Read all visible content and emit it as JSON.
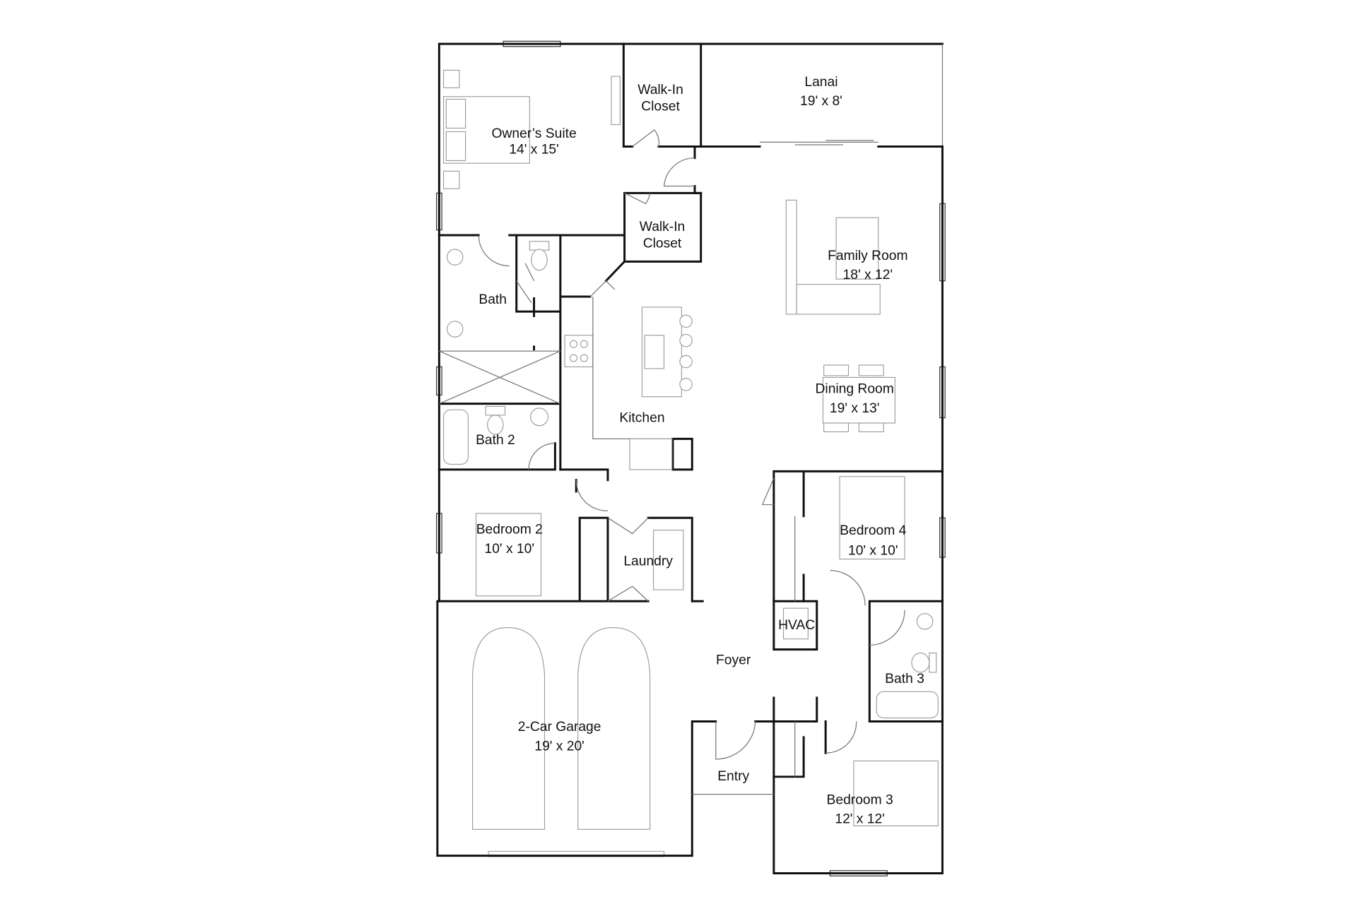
{
  "plan": {
    "rooms": [
      {
        "name": "Owner’s Suite",
        "size": "14' x 15'"
      },
      {
        "name": "Walk-In",
        "name2": "Closet"
      },
      {
        "name": "Lanai",
        "size": "19' x 8'"
      },
      {
        "name": "Walk-In",
        "name2": "Closet"
      },
      {
        "name": "Family Room",
        "size": "18' x 12'"
      },
      {
        "name": "Bath"
      },
      {
        "name": "Kitchen"
      },
      {
        "name": "Dining Room",
        "size": "19' x 13'"
      },
      {
        "name": "Bath 2"
      },
      {
        "name": "Bedroom 2",
        "size": "10' x 10'"
      },
      {
        "name": "Laundry"
      },
      {
        "name": "Bedroom 4",
        "size": "10' x 10'"
      },
      {
        "name": "HVAC"
      },
      {
        "name": "Foyer"
      },
      {
        "name": "Bath 3"
      },
      {
        "name": "2-Car Garage",
        "size": "19' x 20'"
      },
      {
        "name": "Entry"
      },
      {
        "name": "Bedroom 3",
        "size": "12' x 12'"
      }
    ]
  }
}
